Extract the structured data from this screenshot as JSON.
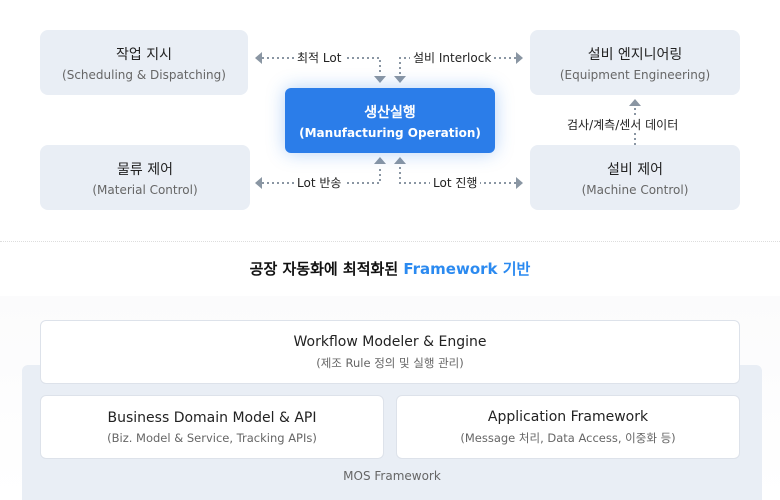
{
  "top": {
    "work": {
      "title": "작업 지시",
      "sub": "(Scheduling & Dispatching)"
    },
    "equip_eng": {
      "title": "설비 엔지니어링",
      "sub": "(Equipment Engineering)"
    },
    "material": {
      "title": "물류 제어",
      "sub": "(Material Control)"
    },
    "machine": {
      "title": "설비 제어",
      "sub": "(Machine Control)"
    },
    "center": {
      "title": "생산실행",
      "sub": "(Manufacturing Operation)"
    },
    "labels": {
      "opt_lot": "최적 Lot",
      "interlock": "설비 Interlock",
      "lot_transfer": "Lot 반송",
      "lot_progress": "Lot 진행",
      "inspection": "검사/계측/센서 데이터"
    }
  },
  "band": {
    "title": "공장 자동화에 최적화된",
    "highlight": "Framework 기반"
  },
  "framework": {
    "name": "MOS Framework",
    "workflow": {
      "title": "Workflow Modeler & Engine",
      "sub": "(제조 Rule 정의 및 실행 관리)"
    },
    "business": {
      "title": "Business Domain Model & API",
      "sub": "(Biz. Model & Service, Tracking APIs)"
    },
    "application": {
      "title": "Application Framework",
      "sub": "(Message 처리, Data Access, 이중화 등)"
    }
  },
  "colors": {
    "accent": "#2b7de9",
    "box": "#e9eef5",
    "arrow": "#8a96a3"
  }
}
